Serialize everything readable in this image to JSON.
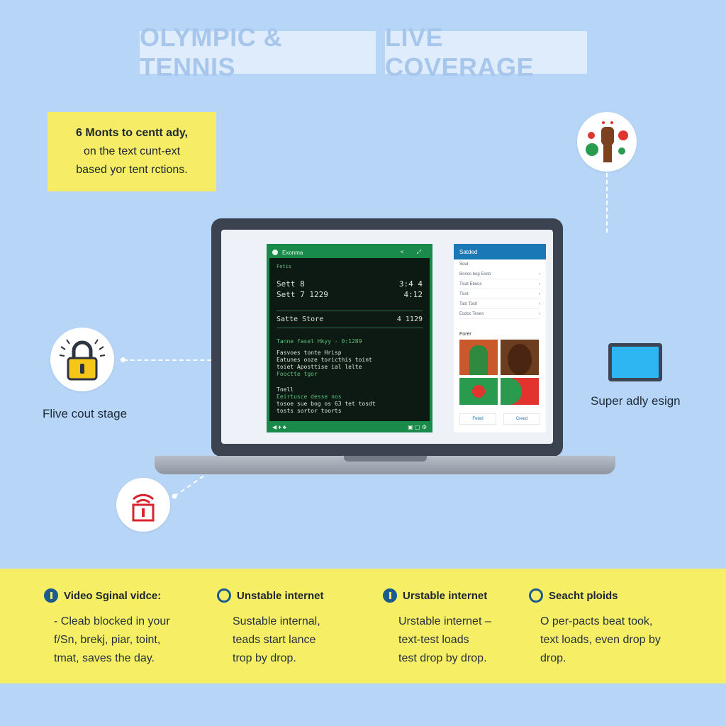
{
  "title": {
    "left": "OLYMPIC & TENNIS",
    "right": "LIVE COVERAGE"
  },
  "note": {
    "line1": "6 Monts to centt ady,",
    "line2": "on the text cunt-ext",
    "line3": "based yor tent rctions."
  },
  "captions": {
    "lock": "Flive cout stage",
    "tablet": "Super adly esign"
  },
  "green_panel": {
    "header": "Exonma",
    "header_icons": "< ⤢",
    "section_label": "Fotis",
    "set1_label": "Sett 8",
    "set1_value": "3:4 4",
    "set2_label": "Sett 7 1229",
    "set2_value": "4:12",
    "score_label": "Satte Store",
    "score_value": "4 1129",
    "time_line": "Tanne fasel Hkyy  - 0:1289",
    "lines": [
      "Fasvoes tonte Hrisp",
      "Eatunes ooze toricthis toint",
      "toiet Aposttise ial lelte",
      "Fooctte tgor"
    ],
    "lines2": [
      "Tnell",
      "Eeirtusce desse nos"
    ],
    "lines3": [
      "tosoe sue bog os 63 tet tosdt",
      "tosts sortor toorts"
    ],
    "footer_left": "◀ ♦ ♣",
    "footer_right": "▣ ▢ ⚙"
  },
  "right_panel": {
    "header": "Satded",
    "sub": "Sout",
    "items": [
      "Bonos bog Eosb",
      "Tisat Eboos",
      "Tisst",
      "Tast Tosti",
      "Ecdoc Teoes"
    ],
    "section": "Forer",
    "btn_left": "Feted",
    "btn_right": "Creed"
  },
  "bottom": [
    {
      "title": "Video Sginal vidce:",
      "body": "- Cleab blocked in your\nf/Sn, brekj, piar, toint,\ntmat, saves the day."
    },
    {
      "title": "Unstable internet",
      "body": "Sustable internal,\nteads start lance\ntrop by drop."
    },
    {
      "title": "Urstable internet",
      "body": "Urstable internet –\ntext-test loads\ntest drop by drop."
    },
    {
      "title": "Seacht ploids",
      "body": "O per-pacts beat took,\ntext loads, even drop by\ndrop."
    }
  ],
  "colors": {
    "background": "#b7d5f7",
    "yellow": "#f6ec66",
    "green": "#1a8a4a",
    "blue": "#1b78b6",
    "ring": "#1b5c8f"
  },
  "icons": [
    "lock-icon",
    "wifi-alert-icon",
    "raised-fist-icon",
    "tablet-icon"
  ]
}
